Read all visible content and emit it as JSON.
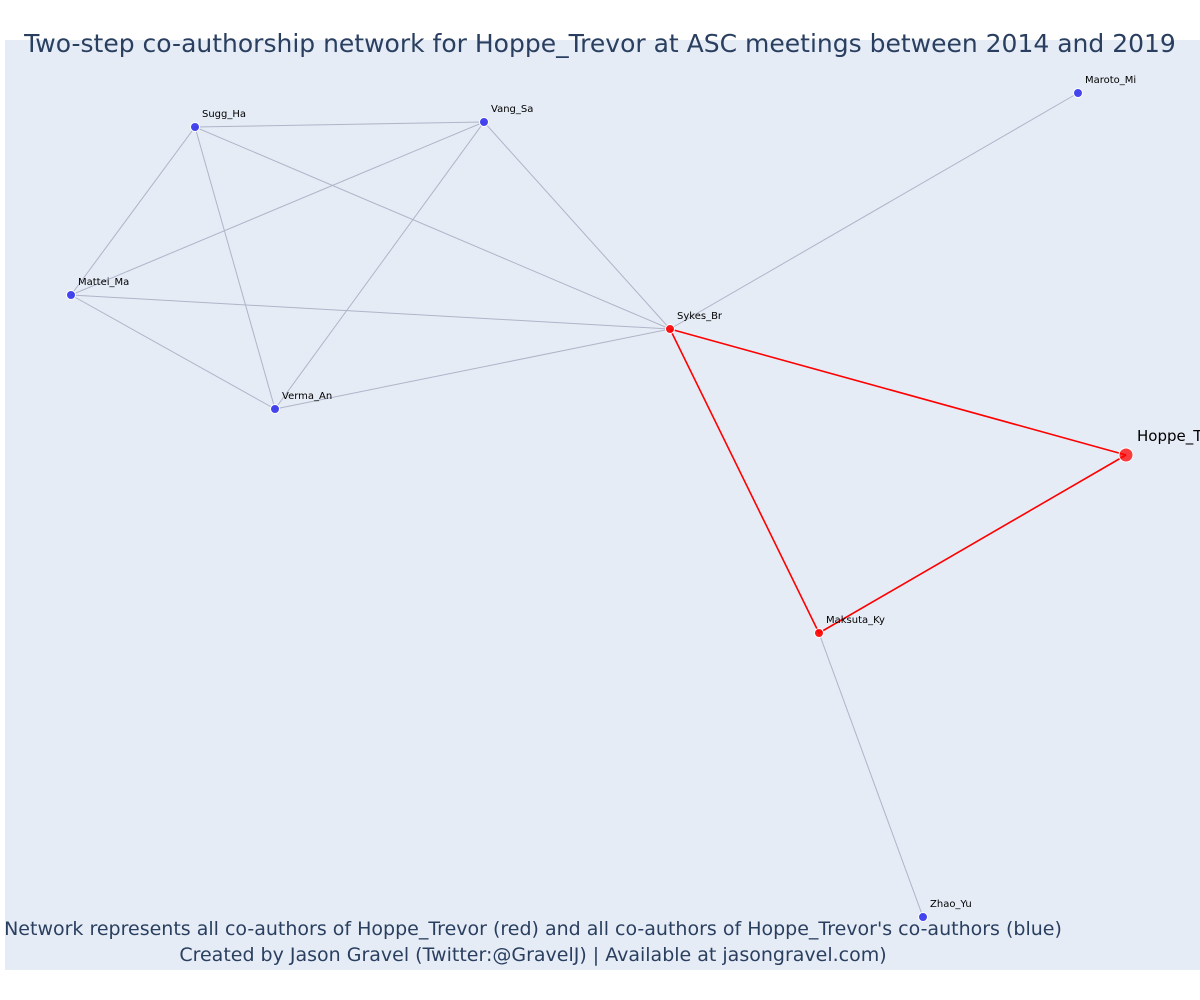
{
  "title": "Two-step co-authorship network for Hoppe_Trevor at ASC meetings between 2014 and 2019",
  "footer": {
    "line1": "Network represents all co-authors of Hoppe_Trevor (red) and all co-authors of Hoppe_Trevor's co-authors (blue)",
    "line2": "Created by Jason Gravel (Twitter:@GravelJ) | Available at jasongravel.com)"
  },
  "colors": {
    "background": "#e5ecf6",
    "focal": "#ff0000",
    "coauthor": "#ff0000",
    "second_step": "#3333ee",
    "edge_focal": "#ff0000",
    "edge_other": "#b0b4c8",
    "text": "#2a3f5f"
  },
  "nodes": [
    {
      "id": "Hoppe_Trevor",
      "label": "Hoppe_T",
      "group": "focal"
    },
    {
      "id": "Sykes_Br",
      "label": "Sykes_Br",
      "group": "coauthor"
    },
    {
      "id": "Maksuta_Ky",
      "label": "Maksuta_Ky",
      "group": "coauthor"
    },
    {
      "id": "Sugg_Ha",
      "label": "Sugg_Ha",
      "group": "second_step"
    },
    {
      "id": "Vang_Sa",
      "label": "Vang_Sa",
      "group": "second_step"
    },
    {
      "id": "Mattei_Ma",
      "label": "Mattei_Ma",
      "group": "second_step"
    },
    {
      "id": "Verma_An",
      "label": "Verma_An",
      "group": "second_step"
    },
    {
      "id": "Maroto_Mi",
      "label": "Maroto_Mi",
      "group": "second_step"
    },
    {
      "id": "Zhao_Yu",
      "label": "Zhao_Yu",
      "group": "second_step"
    }
  ],
  "edges": [
    {
      "source": "Hoppe_Trevor",
      "target": "Sykes_Br"
    },
    {
      "source": "Hoppe_Trevor",
      "target": "Maksuta_Ky"
    },
    {
      "source": "Sykes_Br",
      "target": "Maksuta_Ky"
    },
    {
      "source": "Sykes_Br",
      "target": "Sugg_Ha"
    },
    {
      "source": "Sykes_Br",
      "target": "Vang_Sa"
    },
    {
      "source": "Sykes_Br",
      "target": "Mattei_Ma"
    },
    {
      "source": "Sykes_Br",
      "target": "Verma_An"
    },
    {
      "source": "Sykes_Br",
      "target": "Maroto_Mi"
    },
    {
      "source": "Sugg_Ha",
      "target": "Vang_Sa"
    },
    {
      "source": "Sugg_Ha",
      "target": "Mattei_Ma"
    },
    {
      "source": "Sugg_Ha",
      "target": "Verma_An"
    },
    {
      "source": "Vang_Sa",
      "target": "Mattei_Ma"
    },
    {
      "source": "Vang_Sa",
      "target": "Verma_An"
    },
    {
      "source": "Mattei_Ma",
      "target": "Verma_An"
    },
    {
      "source": "Maksuta_Ky",
      "target": "Zhao_Yu"
    }
  ]
}
